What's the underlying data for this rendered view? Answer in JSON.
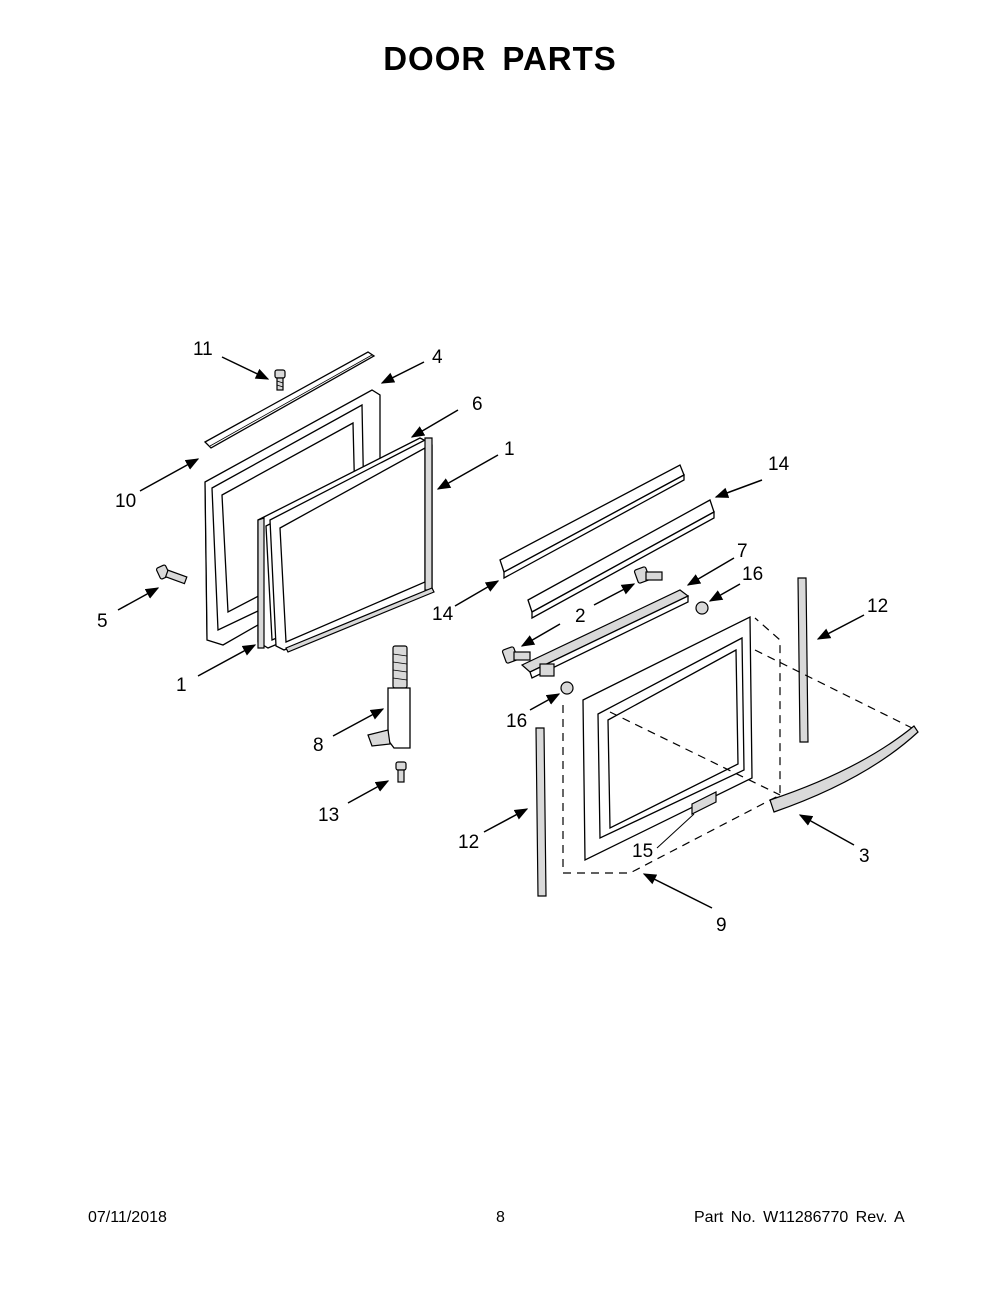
{
  "title": "DOOR PARTS",
  "footer": {
    "date": "07/11/2018",
    "page": "8",
    "part_number": "Part No.  W11286770  Rev.  A"
  },
  "callouts": [
    {
      "id": "c11a",
      "label": "11"
    },
    {
      "id": "c4",
      "label": "4"
    },
    {
      "id": "c6",
      "label": "6"
    },
    {
      "id": "c1a",
      "label": "1"
    },
    {
      "id": "c10",
      "label": "10"
    },
    {
      "id": "c5",
      "label": "5"
    },
    {
      "id": "c1b",
      "label": "1"
    },
    {
      "id": "c8",
      "label": "8"
    },
    {
      "id": "c13",
      "label": "13"
    },
    {
      "id": "c14a",
      "label": "14"
    },
    {
      "id": "c14b",
      "label": "14"
    },
    {
      "id": "c7",
      "label": "7"
    },
    {
      "id": "c16a",
      "label": "16"
    },
    {
      "id": "c2",
      "label": "2"
    },
    {
      "id": "c12a",
      "label": "12"
    },
    {
      "id": "c16b",
      "label": "16"
    },
    {
      "id": "c12b",
      "label": "12"
    },
    {
      "id": "c3",
      "label": "3"
    },
    {
      "id": "c15",
      "label": "15"
    },
    {
      "id": "c9",
      "label": "9"
    }
  ]
}
